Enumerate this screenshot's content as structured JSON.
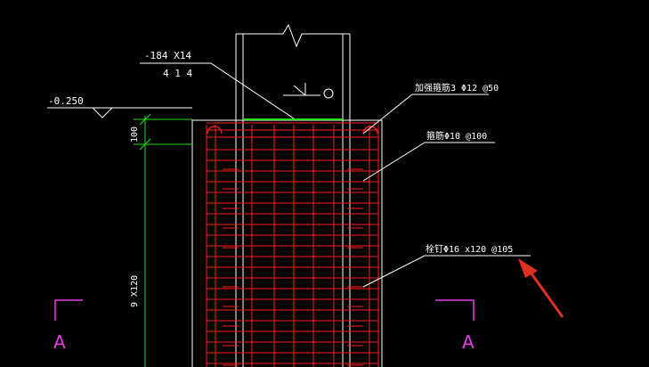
{
  "colors": {
    "background": "#000000",
    "rebar": "#ff2020",
    "dimension": "#20e020",
    "outline": "#ffffff",
    "section_marker": "#e040e0",
    "annotation_arrow": "#e03020"
  },
  "labels": {
    "plate_size": "-184 X14",
    "plate_count": "4 1 4",
    "elevation": "-0.250",
    "stiffener_stirrup": "加强箍筋3 Φ12 @50",
    "stirrup": "箍筋Φ10 @100",
    "stud": "栓钉Φ16 x120 @105",
    "dim_top": "100",
    "dim_side": "9 X120",
    "section_left": "A",
    "section_right": "A"
  }
}
